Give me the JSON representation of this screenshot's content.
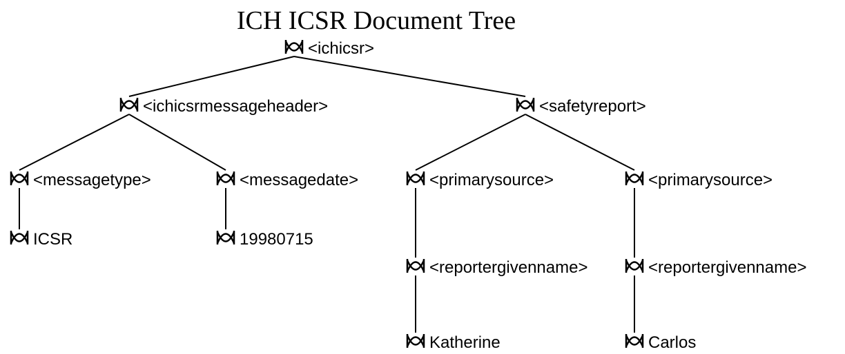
{
  "title": "ICH ICSR Document Tree",
  "colors": {
    "ink": "#000000",
    "background": "#ffffff"
  },
  "node_icon": "node-icon",
  "nodes": {
    "root": "<ichicsr>",
    "header": "<ichicsrmessageheader>",
    "report": "<safetyreport>",
    "msgtype": "<messagetype>",
    "msgdate": "<messagedate>",
    "ps1": "<primarysource>",
    "ps2": "<primarysource>",
    "msgtype_val": "ICSR",
    "msgdate_val": "19980715",
    "rgn1": "<reportergivenname>",
    "rgn2": "<reportergivenname>",
    "rgn1_val": "Katherine",
    "rgn2_val": "Carlos"
  },
  "edges": [
    [
      "root",
      "header"
    ],
    [
      "root",
      "report"
    ],
    [
      "header",
      "msgtype"
    ],
    [
      "header",
      "msgdate"
    ],
    [
      "report",
      "ps1"
    ],
    [
      "report",
      "ps2"
    ],
    [
      "msgtype",
      "msgtype_val"
    ],
    [
      "msgdate",
      "msgdate_val"
    ],
    [
      "ps1",
      "rgn1"
    ],
    [
      "ps2",
      "rgn2"
    ],
    [
      "rgn1",
      "rgn1_val"
    ],
    [
      "rgn2",
      "rgn2_val"
    ]
  ]
}
